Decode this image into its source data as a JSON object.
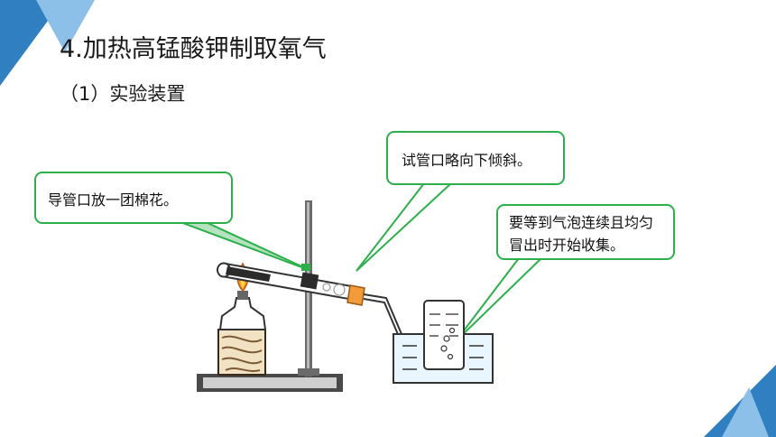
{
  "slide": {
    "title": "4.加热高锰酸钾制取氧气",
    "subtitle": "（1）实验装置"
  },
  "callouts": [
    {
      "text": "导管口放一团棉花。"
    },
    {
      "text": "试管口略向下倾斜。"
    },
    {
      "text": "要等到气泡连续且均匀冒出时开始收集。"
    }
  ],
  "colors": {
    "accent_green": "#2db04b",
    "decor_blue": "#2f7fc1",
    "decor_light_blue": "#8cc0e8"
  }
}
